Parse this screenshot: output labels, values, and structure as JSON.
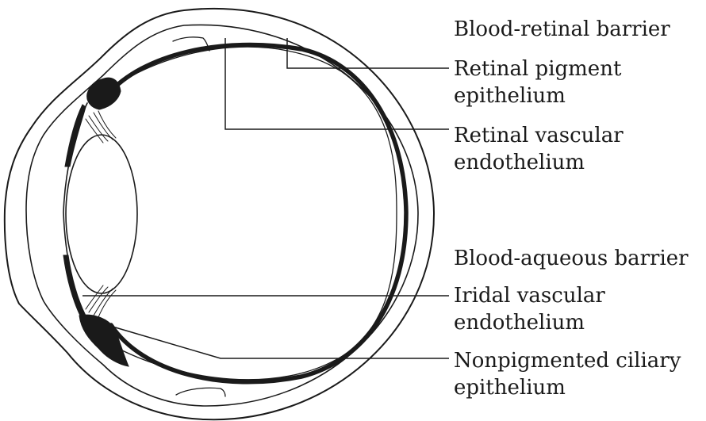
{
  "colors": {
    "ink": "#1a1a1a",
    "background": "#ffffff"
  },
  "labels": {
    "blood_retinal_barrier": "Blood-retinal barrier",
    "retinal_pigment_epithelium": {
      "line1": "Retinal pigment",
      "line2": "epithelium"
    },
    "retinal_vascular_endothelium": {
      "line1": "Retinal vascular",
      "line2": "endothelium"
    },
    "blood_aqueous_barrier": "Blood-aqueous barrier",
    "iridal_vascular_endothelium": {
      "line1": "Iridal vascular",
      "line2": "endothelium"
    },
    "nonpigmented_ciliary_epithelium": {
      "line1": "Nonpigmented ciliary",
      "line2": "epithelium"
    }
  }
}
